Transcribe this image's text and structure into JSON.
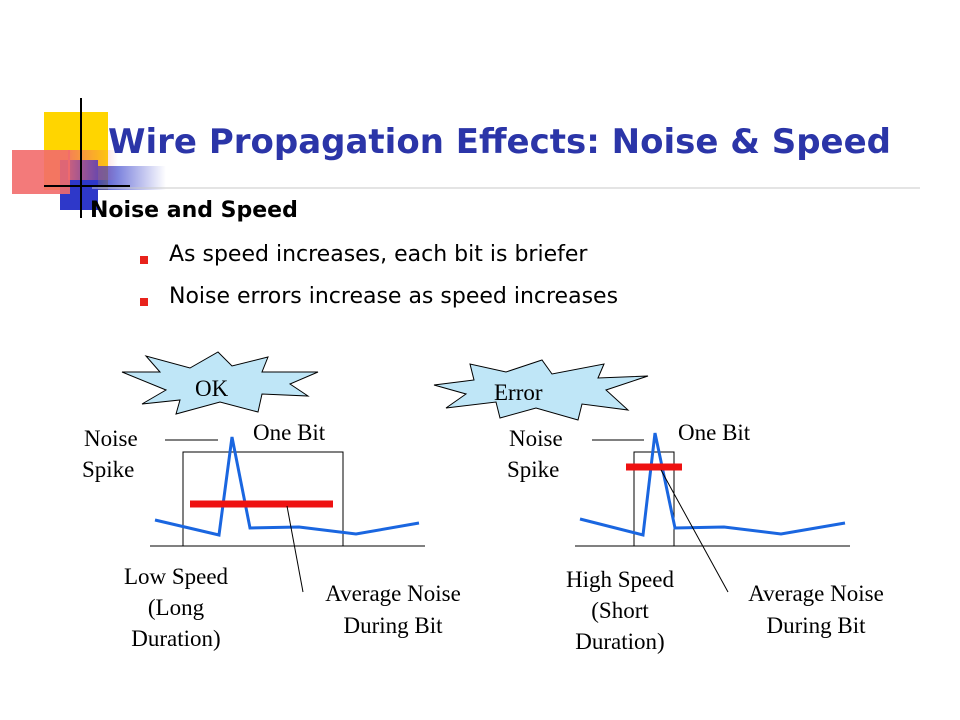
{
  "slide": {
    "title": "Wire Propagation Effects: Noise & Speed",
    "heading": "Noise and Speed",
    "bullets": [
      "As speed increases, each bit is briefer",
      "Noise errors increase as speed increases"
    ]
  },
  "diagrams": {
    "left": {
      "burst_label": "OK",
      "noise_label_line1": "Noise",
      "noise_label_line2": "Spike",
      "bit_label": "One Bit",
      "speed_label_line1": "Low Speed",
      "speed_label_line2": "(Long",
      "speed_label_line3": "Duration)",
      "avg_label_line1": "Average Noise",
      "avg_label_line2": "During Bit"
    },
    "right": {
      "burst_label": "Error",
      "noise_label_line1": "Noise",
      "noise_label_line2": "Spike",
      "bit_label": "One Bit",
      "speed_label_line1": "High Speed",
      "speed_label_line2": "(Short",
      "speed_label_line3": "Duration)",
      "avg_label_line1": "Average Noise",
      "avg_label_line2": "During Bit"
    }
  },
  "colors": {
    "title": "#2b35a8",
    "signal": "#1a66e0",
    "average_bar": "#ee1111",
    "burst_fill": "#bfe6f7",
    "bullet_mark": "#e8231c"
  }
}
